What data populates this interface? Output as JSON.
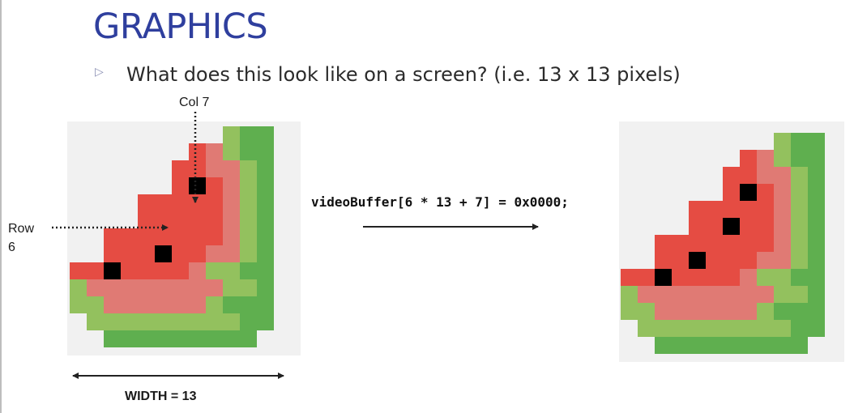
{
  "slide": {
    "title": "GRAPHICS",
    "bullet": "What does this look like on a screen? (i.e. 13 x 13 pixels)"
  },
  "labels": {
    "col": "Col 7",
    "row_line1": "Row",
    "row_line2": "6",
    "width": "WIDTH = 13",
    "code": "videoBuffer[6 * 13 + 7] = 0x0000;"
  },
  "colors": {
    "title": "#2f3f9e",
    "background_pixel": "#f1f1f1",
    "light_green": "#93c15e",
    "dark_green": "#5faf4f",
    "pink": "#e07a74",
    "red": "#e54c43",
    "black": "#000000"
  },
  "sprite": {
    "legend": {
      ".": "background_pixel",
      "L": "light_green",
      "D": "dark_green",
      "P": "pink",
      "R": "red",
      "K": "black"
    },
    "before": [
      ".........LDD.",
      ".......RPLDD.",
      "......RRPPLD.",
      "......RKRPLD.",
      "....RRRRRPLD.",
      "....RRRRRPLD.",
      "..RRRRRRRPLD.",
      "..RRRKRRPPLD.",
      "RRKRRRRPLLDD.",
      "LPPPPPPPPLLD.",
      "LLPPPPPPLDDD.",
      ".LLLLLLLLLDD.",
      "..DDDDDDDDD.."
    ],
    "after": [
      ".........LDD.",
      ".......RPLDD.",
      "......RRPPLD.",
      "......RKRPLD.",
      "....RRRRRPLD.",
      "....RRKRRPLD.",
      "..RRRRRRRPLD.",
      "..RRKRRRPPLD.",
      "RRKRRRRPLLDD.",
      "LPPPPPPPPLLD.",
      "LLPPPPPPLDDD.",
      ".LLLLLLLLLDD.",
      "..DDDDDDDDD.."
    ]
  }
}
